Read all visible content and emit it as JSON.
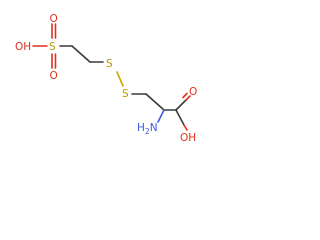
{
  "molecule": {
    "atoms": {
      "sulfonic_S": "S",
      "sulfonic_O_top": "O",
      "sulfonic_O_bottom": "O",
      "sulfonic_OH": "OH",
      "disulfide_S1": "S",
      "disulfide_S2": "S",
      "carboxyl_O": "O",
      "carboxyl_OH": "OH",
      "amine": "H2N"
    },
    "colors": {
      "bond": "#3a3a3a",
      "oxygen": "#e0301e",
      "sulfur": "#c9a800",
      "nitrogen": "#3a5bd9"
    }
  }
}
